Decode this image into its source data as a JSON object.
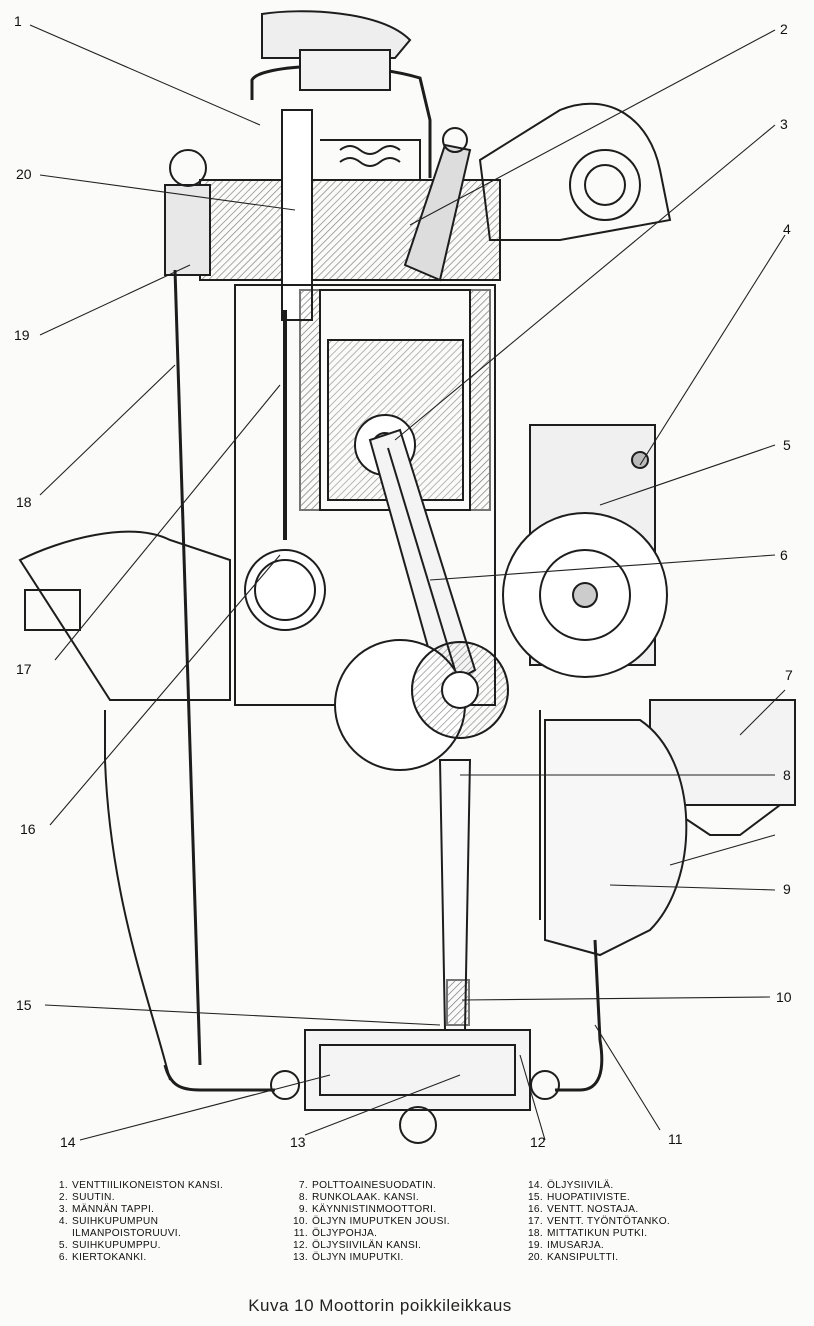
{
  "callouts": [
    {
      "id": "c1",
      "label": "1"
    },
    {
      "id": "c2",
      "label": "2"
    },
    {
      "id": "c3",
      "label": "3"
    },
    {
      "id": "c4",
      "label": "4"
    },
    {
      "id": "c5",
      "label": "5"
    },
    {
      "id": "c6",
      "label": "6"
    },
    {
      "id": "c7",
      "label": "7"
    },
    {
      "id": "c8",
      "label": "8"
    },
    {
      "id": "c9",
      "label": "9"
    },
    {
      "id": "c10",
      "label": "10"
    },
    {
      "id": "c11",
      "label": "11"
    },
    {
      "id": "c12",
      "label": "12"
    },
    {
      "id": "c13",
      "label": "13"
    },
    {
      "id": "c14",
      "label": "14"
    },
    {
      "id": "c15",
      "label": "15"
    },
    {
      "id": "c16",
      "label": "16"
    },
    {
      "id": "c17",
      "label": "17"
    },
    {
      "id": "c18",
      "label": "18"
    },
    {
      "id": "c19",
      "label": "19"
    },
    {
      "id": "c20",
      "label": "20"
    }
  ],
  "legend": {
    "col1": [
      {
        "num": "1.",
        "text": "VENTTIILIKONEISTON KANSI."
      },
      {
        "num": "2.",
        "text": "SUUTIN."
      },
      {
        "num": "3.",
        "text": "MÄNNÄN TAPPI."
      },
      {
        "num": "4.",
        "text": "SUIHKUPUMPUN"
      },
      {
        "num": "",
        "text": "ILMANPOISTORUUVI."
      },
      {
        "num": "5.",
        "text": "SUIHKUPUMPPU."
      },
      {
        "num": "6.",
        "text": "KIERTOKANKI."
      }
    ],
    "col2": [
      {
        "num": "7.",
        "text": "POLTTOAINESUODATIN."
      },
      {
        "num": "8.",
        "text": "RUNKOLAAK. KANSI."
      },
      {
        "num": "9.",
        "text": "KÄYNNISTINMOOTTORI."
      },
      {
        "num": "10.",
        "text": "ÖLJYN IMUPUTKEN JOUSI."
      },
      {
        "num": "11.",
        "text": "ÖLJYPOHJA."
      },
      {
        "num": "12.",
        "text": "ÖLJYSIIVILÄN KANSI."
      },
      {
        "num": "13.",
        "text": "ÖLJYN IMUPUTKI."
      }
    ],
    "col3": [
      {
        "num": "14.",
        "text": "ÖLJYSIIVILÄ."
      },
      {
        "num": "15.",
        "text": "HUOPATIIVISTE."
      },
      {
        "num": "16.",
        "text": "VENTT. NOSTAJA."
      },
      {
        "num": "17.",
        "text": "VENTT. TYÖNTÖTANKO."
      },
      {
        "num": "18.",
        "text": "MITTATIKUN PUTKI."
      },
      {
        "num": "19.",
        "text": "IMUSARJA."
      },
      {
        "num": "20.",
        "text": "KANSIPULTTI."
      }
    ]
  },
  "caption": "Kuva 10 Moottorin poikkileikkaus"
}
